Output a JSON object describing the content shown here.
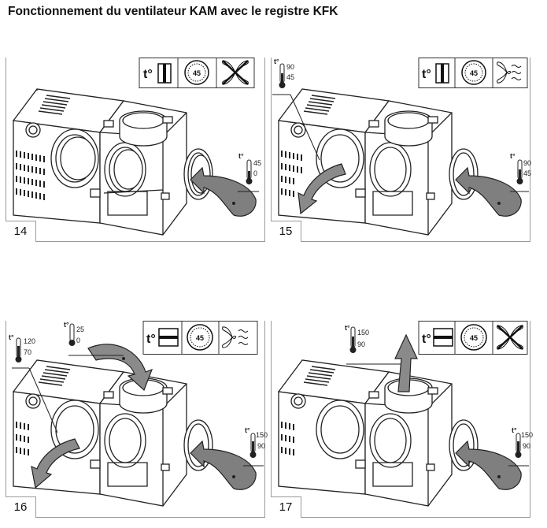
{
  "title": "Fonctionnement du ventilateur KAM avec le registre KFK",
  "panels": [
    {
      "number": "14",
      "thermostat_symbol": "t°",
      "dial_value": "45",
      "fan_state_icon": "fan-off-cross-icon",
      "damper_state": "closed",
      "inlet_thermometer": {
        "symbol": "t°",
        "high": "45",
        "low": "0"
      }
    },
    {
      "number": "15",
      "thermostat_symbol": "t°",
      "dial_value": "45",
      "fan_state_icon": "fan-spinning-icon",
      "damper_state": "closed",
      "outlet_thermometer": {
        "symbol": "t°",
        "high": "90",
        "low": "45"
      },
      "inlet_thermometer": {
        "symbol": "t°",
        "high": "90",
        "low": "45"
      }
    },
    {
      "number": "16",
      "thermostat_symbol": "t°",
      "dial_value": "45",
      "fan_state_icon": "fan-spinning-icon",
      "damper_state": "open",
      "outlet_thermometer": {
        "symbol": "t°",
        "high": "120",
        "low": "70"
      },
      "top_thermometer": {
        "symbol": "t°",
        "high": "25",
        "low": "0"
      },
      "inlet_thermometer": {
        "symbol": "t°",
        "high": "150",
        "low": "90"
      }
    },
    {
      "number": "17",
      "thermostat_symbol": "t°",
      "dial_value": "45",
      "fan_state_icon": "fan-off-cross-icon",
      "damper_state": "open",
      "top_thermometer": {
        "symbol": "t°",
        "high": "150",
        "low": "90"
      },
      "inlet_thermometer": {
        "symbol": "t°",
        "high": "150",
        "low": "90"
      }
    }
  ]
}
